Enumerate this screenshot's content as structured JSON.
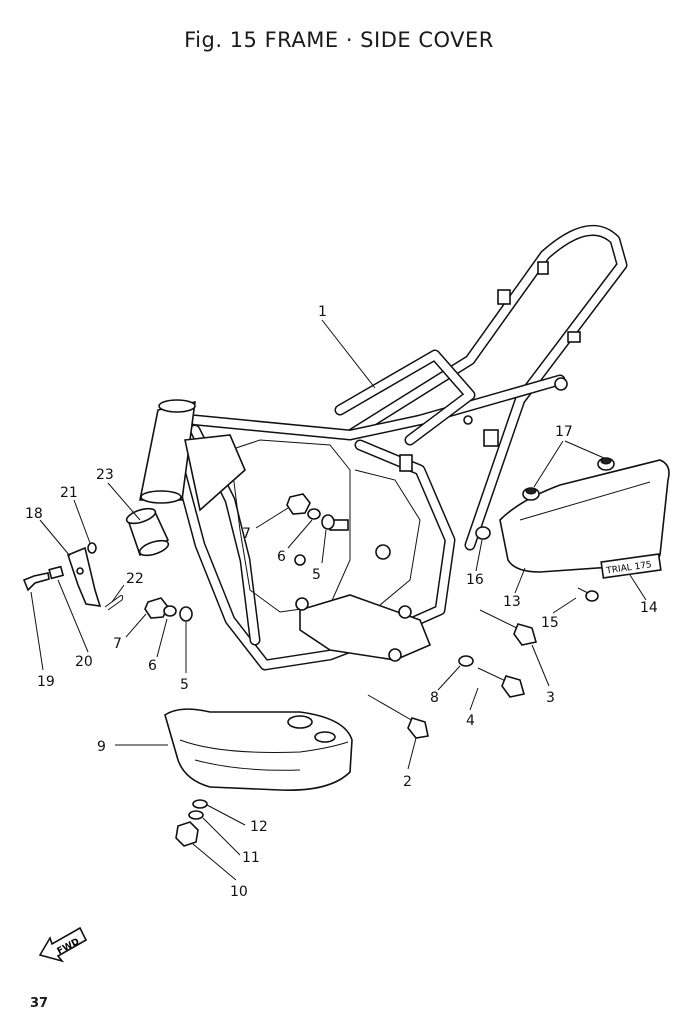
{
  "figure": {
    "title": "Fig. 15 FRAME · SIDE COVER",
    "page_number": "37",
    "fwd_label": "FWD",
    "side_cover_label": "TRIAL 175"
  },
  "callouts": [
    "1",
    "2",
    "3",
    "4",
    "5",
    "5",
    "6",
    "6",
    "7",
    "7",
    "8",
    "9",
    "10",
    "11",
    "12",
    "13",
    "14",
    "15",
    "16",
    "17",
    "18",
    "19",
    "20",
    "21",
    "22",
    "23"
  ],
  "colors": {
    "ink": "#111111",
    "paper": "#ffffff"
  }
}
